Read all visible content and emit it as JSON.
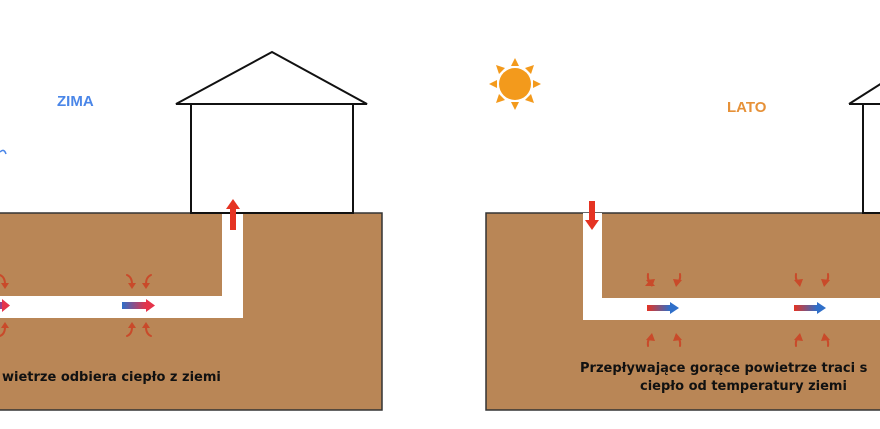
{
  "winter": {
    "label": "ZIMA",
    "label_color": "#4a86e8",
    "caption_line1": "wietrze odbiera ciepło z ziemi"
  },
  "summer": {
    "label": "LATO",
    "label_color": "#e69138",
    "caption_line1": "Przepływające gorące powietrze traci s",
    "caption_line2": "ciepło od temperatury ziemi"
  },
  "colors": {
    "ground": "#b98656",
    "ground_border": "#333333",
    "pipe": "#ffffff",
    "arrow_red": "#e53322",
    "arrow_blue": "#2f6fc9",
    "sun": "#f39a1c",
    "heat_curl": "#c94a2a"
  },
  "icons": [
    "sun-icon",
    "house-icon",
    "heat-curl-icon",
    "airflow-arrow-icon"
  ]
}
